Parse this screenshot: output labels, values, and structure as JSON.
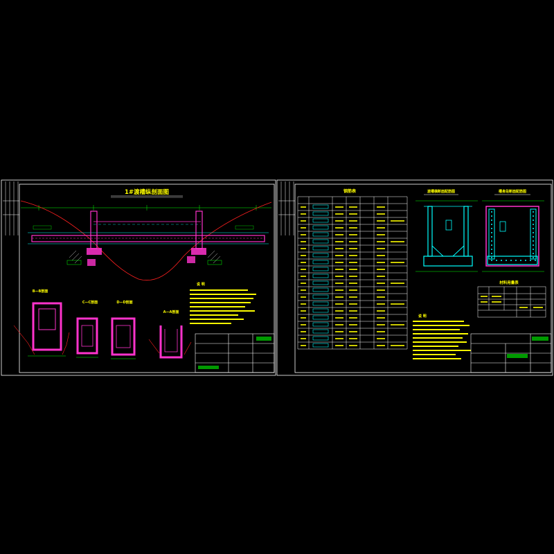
{
  "colors": {
    "background": "#000000",
    "frame": "#ffffff",
    "concrete": "#ff33cc",
    "rebar": "#00ffff",
    "text": "#ffff00",
    "dimension": "#00ff00",
    "terrain": "#ff2020"
  },
  "sheet_left": {
    "title": "1#渡槽纵剖面图",
    "sections": [
      {
        "key": "b",
        "title": "B—B剖面"
      },
      {
        "key": "c",
        "title": "C—C剖面"
      },
      {
        "key": "d",
        "title": "D—D剖面"
      },
      {
        "key": "a",
        "title": "A—A剖面"
      }
    ],
    "notes_title": "说 明"
  },
  "sheet_right": {
    "table_title": "钢筋表",
    "view_left_title": "渡槽横断面配筋图",
    "view_right_title": "槽身段断面配筋图",
    "materials_title": "材料用量表",
    "notes_title": "说 明"
  }
}
